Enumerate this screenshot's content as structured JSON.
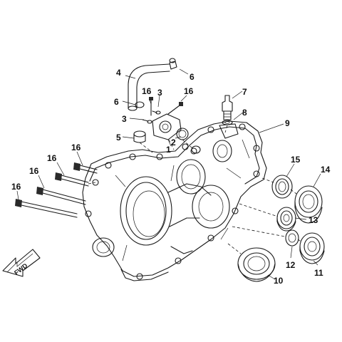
{
  "callouts": [
    {
      "id": "c4",
      "text": "4"
    },
    {
      "id": "c6a",
      "text": "6"
    },
    {
      "id": "c16a",
      "text": "16"
    },
    {
      "id": "c3a",
      "text": "3"
    },
    {
      "id": "c16b",
      "text": "16"
    },
    {
      "id": "c7",
      "text": "7"
    },
    {
      "id": "c6b",
      "text": "6"
    },
    {
      "id": "c3b",
      "text": "3"
    },
    {
      "id": "c8",
      "text": "8"
    },
    {
      "id": "c9",
      "text": "9"
    },
    {
      "id": "c5",
      "text": "5"
    },
    {
      "id": "c2",
      "text": "2"
    },
    {
      "id": "c1",
      "text": "1"
    },
    {
      "id": "c16c",
      "text": "16"
    },
    {
      "id": "c16d",
      "text": "16"
    },
    {
      "id": "c16e",
      "text": "16"
    },
    {
      "id": "c16f",
      "text": "16"
    },
    {
      "id": "c15",
      "text": "15"
    },
    {
      "id": "c14",
      "text": "14"
    },
    {
      "id": "c13",
      "text": "13"
    },
    {
      "id": "c12",
      "text": "12"
    },
    {
      "id": "c11",
      "text": "11"
    },
    {
      "id": "c10",
      "text": "10"
    }
  ],
  "fwd_label": "FWD"
}
